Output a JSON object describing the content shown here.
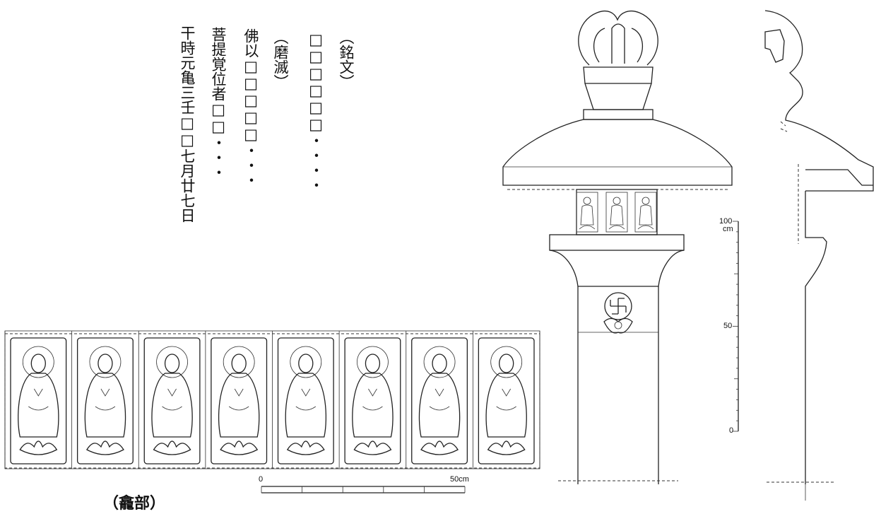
{
  "inscription": {
    "col1": "（銘文）",
    "col2": "□□□□□□・・・・",
    "col3": "（磨滅）",
    "col4": "佛以□□□□□・・・",
    "col5": "菩提覚位者□□・・・",
    "col6": "干時元亀三壬□□七月廿七日"
  },
  "niche_label": "（龕部）",
  "scale_small": {
    "start": "0",
    "end": "50cm"
  },
  "scale_vertical": {
    "top": "100",
    "unit": "cm",
    "mid": "50",
    "zero": "0"
  },
  "panels": [
    "jizo-bowl",
    "jizo-hands",
    "jizo-prayer",
    "official-scroll",
    "enma-king",
    "jizo-staff",
    "jizo-gong",
    "jizo-gong-2"
  ],
  "icons": {
    "swastika": "manji-icon",
    "lotus": "lotus-icon"
  }
}
